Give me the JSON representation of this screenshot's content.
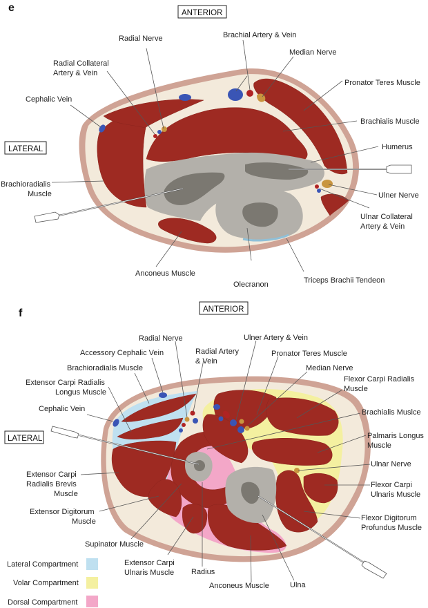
{
  "panels": {
    "e": {
      "letter": "e",
      "anterior": "ANTERIOR",
      "lateral": "LATERAL",
      "labels": {
        "radial_nerve": "Radial Nerve",
        "brachial_artery_vein": "Brachial Artery & Vein",
        "median_nerve": "Median Nerve",
        "radial_collateral_1": "Radial Collateral",
        "radial_collateral_2": "Artery & Vein",
        "pronator_teres": "Pronator Teres Muscle",
        "cephalic_vein": "Cephalic Vein",
        "brachialis": "Brachialis Muscle",
        "humerus": "Humerus",
        "brachioradialis_1": "Brachioradialis",
        "brachioradialis_2": "Muscle",
        "ulner_nerve": "Ulner Nerve",
        "ulnar_collateral_1": "Ulnar Collateral",
        "ulnar_collateral_2": "Artery & Vein",
        "anconeus": "Anconeus Muscle",
        "olecranon": "Olecranon",
        "triceps_tendon": "Triceps Brachii Tendeon"
      }
    },
    "f": {
      "letter": "f",
      "anterior": "ANTERIOR",
      "lateral": "LATERAL",
      "labels": {
        "radial_nerve": "Radial Nerve",
        "ulner_artery_vein": "Ulner Artery & Vein",
        "accessory_cephalic": "Accessory Cephalic Vein",
        "radial_artery_1": "Radial Artery",
        "radial_artery_2": "& Vein",
        "pronator_teres": "Pronator Teres Muscle",
        "brachioradialis": "Brachioradialis Muscle",
        "median_nerve": "Median Nerve",
        "ecrl_1": "Extensor Carpi Radialis",
        "ecrl_2": "Longus Muscle",
        "fcr_1": "Flexor Carpi Radialis",
        "fcr_2": "Muscle",
        "cephalic_vein": "Cephalic Vein",
        "brachialis": "Brachialis Muslce",
        "palmaris_1": "Palmaris Longus",
        "palmaris_2": "Muscle",
        "ulner_nerve": "Ulnar Nerve",
        "ecrb_1": "Extensor Carpi",
        "ecrb_2": "Radialis Brevis",
        "ecrb_3": "Muscle",
        "fcu_1": "Flexor Carpi",
        "fcu_2": "Ulnaris Muscle",
        "ed_1": "Extensor Digitorum",
        "ed_2": "Muscle",
        "fdp_1": "Flexor Digitorum",
        "fdp_2": "Profundus Muscle",
        "supinator": "Supinator Muscle",
        "ecu_1": "Extensor Carpi",
        "ecu_2": "Ulnaris Muscle",
        "radius": "Radius",
        "anconeus": "Anconeus Muscle",
        "ulna": "Ulna"
      }
    }
  },
  "legend": [
    {
      "label": "Lateral Compartment",
      "color": "#bfe0f0"
    },
    {
      "label": "Volar Compartment",
      "color": "#f4f0a0"
    },
    {
      "label": "Dorsal Compartment",
      "color": "#f3a7c8"
    }
  ],
  "colors": {
    "skin": "#cfa395",
    "fat": "#f3eadb",
    "muscle": "#9e2a22",
    "bone": "#b3b0aa",
    "marrow": "#7b7871",
    "vein": "#3a55b5",
    "artery": "#b02323",
    "nerve": "#c9953f"
  }
}
